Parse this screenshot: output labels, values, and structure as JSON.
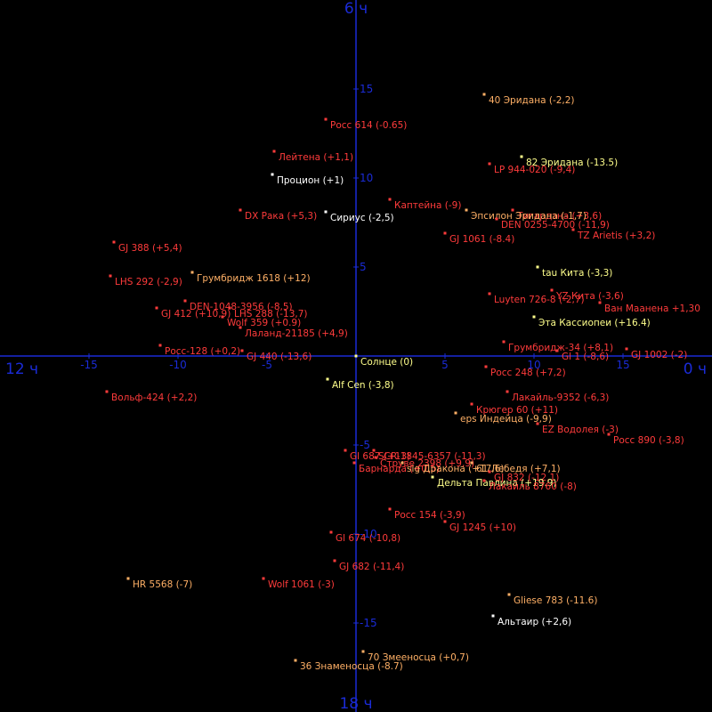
{
  "chart_data": {
    "type": "scatter",
    "title": "",
    "xlabel": "",
    "ylabel": "",
    "xlim": [
      -20,
      20
    ],
    "ylim": [
      -20,
      20
    ],
    "grid": false,
    "axis_color": "#1a2bd6",
    "hour_labels": {
      "top": "6 ч",
      "bottom": "18 ч",
      "left": "12 ч",
      "right": "0 ч"
    },
    "x_ticks": [
      "-15",
      "-10",
      "-5",
      "5",
      "10",
      "15"
    ],
    "y_ticks": [
      "15",
      "10",
      "5",
      "-5",
      "-10",
      "-15"
    ],
    "colors": {
      "white": "#ffffff",
      "yellow": "#ffff8c",
      "orange": "#ffb066",
      "red": "#ff3b3b"
    },
    "stars": [
      {
        "label": "40 Эридана (-2,2)",
        "x": 7.2,
        "y": 14.7,
        "color": "orange"
      },
      {
        "label": "Росс 614 (-0.65)",
        "x": -1.7,
        "y": 13.3,
        "color": "red"
      },
      {
        "label": "82 Эридана (-13.5)",
        "x": 9.3,
        "y": 11.2,
        "color": "yellow"
      },
      {
        "label": "Лейтена (+1,1)",
        "x": -4.6,
        "y": 11.5,
        "color": "red"
      },
      {
        "label": "LP 944-020 (-9,4)",
        "x": 7.5,
        "y": 10.8,
        "color": "red"
      },
      {
        "label": "Процион (+1)",
        "x": -4.7,
        "y": 10.2,
        "color": "white"
      },
      {
        "label": "Каптейна (-9)",
        "x": 1.9,
        "y": 8.8,
        "color": "red"
      },
      {
        "label": "Тигардэна (+3,6)",
        "x": 8.8,
        "y": 8.2,
        "color": "red"
      },
      {
        "label": "DX Рака (+5,3)",
        "x": -6.5,
        "y": 8.2,
        "color": "red"
      },
      {
        "label": "Эпсилон Эридана (-1,7)",
        "x": 6.2,
        "y": 8.2,
        "color": "orange"
      },
      {
        "label": "Сириус (-2,5)",
        "x": -1.7,
        "y": 8.1,
        "color": "white"
      },
      {
        "label": "DEN 0255-4700 (-11,9)",
        "x": 7.9,
        "y": 7.7,
        "color": "red"
      },
      {
        "label": "GJ 1061 (-8.4)",
        "x": 5.0,
        "y": 6.9,
        "color": "red"
      },
      {
        "label": "TZ Arietis (+3,2)",
        "x": 12.2,
        "y": 7.1,
        "color": "red"
      },
      {
        "label": "GJ 388 (+5,4)",
        "x": -13.6,
        "y": 6.4,
        "color": "red"
      },
      {
        "label": "tau Кита (-3,3)",
        "x": 10.2,
        "y": 5.0,
        "color": "yellow"
      },
      {
        "label": "Грумбридж 1618 (+12)",
        "x": -9.2,
        "y": 4.7,
        "color": "orange"
      },
      {
        "label": "LHS 292 (-2,9)",
        "x": -13.8,
        "y": 4.5,
        "color": "red"
      },
      {
        "label": "YZ Кита (-3,6)",
        "x": 11.0,
        "y": 3.7,
        "color": "red"
      },
      {
        "label": "Luyten 726-8 (-2,7)",
        "x": 7.5,
        "y": 3.5,
        "color": "red"
      },
      {
        "label": "DEN-1048-3956 (-8,5)",
        "x": -9.6,
        "y": 3.1,
        "color": "red"
      },
      {
        "label": "Ван Маанена +1,30",
        "x": 13.7,
        "y": 3.0,
        "color": "red"
      },
      {
        "label": "LHS 288 (-13,7)",
        "x": -7.1,
        "y": 2.7,
        "color": "red"
      },
      {
        "label": "GJ 412 (+10,9)",
        "x": -11.2,
        "y": 2.7,
        "color": "red"
      },
      {
        "label": "Wolf 359 (+0.9)",
        "x": -7.5,
        "y": 2.2,
        "color": "red"
      },
      {
        "label": "Эта Кассиопеи (+16.4)",
        "x": 10.0,
        "y": 2.2,
        "color": "yellow"
      },
      {
        "label": "Лаланд-21185 (+4,9)",
        "x": -6.5,
        "y": 1.6,
        "color": "red"
      },
      {
        "label": "Росс-128 (+0,2)",
        "x": -11.0,
        "y": 0.6,
        "color": "red"
      },
      {
        "label": "Грумбридж-34 (+8,1)",
        "x": 8.3,
        "y": 0.8,
        "color": "red"
      },
      {
        "label": "GJ 440 (-13,6)",
        "x": -6.4,
        "y": 0.3,
        "color": "red"
      },
      {
        "label": "GJ 1002 (-2)",
        "x": 15.2,
        "y": 0.4,
        "color": "red"
      },
      {
        "label": "Gl 1 (-8,6)",
        "x": 11.3,
        "y": 0.3,
        "color": "red"
      },
      {
        "label": "Солнце (0)",
        "x": 0.0,
        "y": 0.0,
        "color": "yellow"
      },
      {
        "label": "Росс 248 (+7,2)",
        "x": 7.3,
        "y": -0.6,
        "color": "red"
      },
      {
        "label": "Alf Cen (-3,8)",
        "x": -1.6,
        "y": -1.3,
        "color": "yellow"
      },
      {
        "label": "Лакайль-9352 (-6,3)",
        "x": 8.5,
        "y": -2.0,
        "color": "red"
      },
      {
        "label": "Вольф-424 (+2,2)",
        "x": -14.0,
        "y": -2.0,
        "color": "red"
      },
      {
        "label": "Крюгер 60 (+11)",
        "x": 6.5,
        "y": -2.7,
        "color": "red"
      },
      {
        "label": "eps Индейца (-9,9)",
        "x": 5.6,
        "y": -3.2,
        "color": "orange"
      },
      {
        "label": "EZ Водолея (-3)",
        "x": 10.2,
        "y": -3.8,
        "color": "red"
      },
      {
        "label": "Росс 890 (-3,8)",
        "x": 14.2,
        "y": -4.4,
        "color": "red"
      },
      {
        "label": "Gl 687 (+13)",
        "x": -0.6,
        "y": -5.3,
        "color": "red"
      },
      {
        "label": "SCR-1845-6357 (-11,3)",
        "x": 1.0,
        "y": -5.3,
        "color": "red"
      },
      {
        "label": "Струве 2398 (+9,9)",
        "x": 1.1,
        "y": -5.7,
        "color": "red"
      },
      {
        "label": "Барнарда (+0,5)",
        "x": -0.1,
        "y": -6.0,
        "color": "red"
      },
      {
        "label": "61 Лебедя (+7,1)",
        "x": 6.5,
        "y": -6.0,
        "color": "orange"
      },
      {
        "label": "sig Дракона (+17,6)",
        "x": 2.6,
        "y": -6.0,
        "color": "orange"
      },
      {
        "label": "GJ 832 (-12,1)",
        "x": 7.5,
        "y": -6.5,
        "color": "red"
      },
      {
        "label": "Дельта Павлина (+19.9)",
        "x": 4.3,
        "y": -6.8,
        "color": "yellow"
      },
      {
        "label": "Лакайль 8760 (-8)",
        "x": 7.2,
        "y": -7.0,
        "color": "red"
      },
      {
        "label": "Росс 154 (-3,9)",
        "x": 1.9,
        "y": -8.6,
        "color": "red"
      },
      {
        "label": "GJ 1245 (+10)",
        "x": 5.0,
        "y": -9.3,
        "color": "red"
      },
      {
        "label": "Gl 674 (-10,8)",
        "x": -1.4,
        "y": -9.9,
        "color": "red"
      },
      {
        "label": "GJ 682 (-11,4)",
        "x": -1.2,
        "y": -11.5,
        "color": "red"
      },
      {
        "label": "HR 5568 (-7)",
        "x": -12.8,
        "y": -12.5,
        "color": "orange"
      },
      {
        "label": "Wolf 1061 (-3)",
        "x": -5.2,
        "y": -12.5,
        "color": "red"
      },
      {
        "label": "Gliese 783 (-11.6)",
        "x": 8.6,
        "y": -13.4,
        "color": "orange"
      },
      {
        "label": "Альтаир (+2,6)",
        "x": 7.7,
        "y": -14.6,
        "color": "white"
      },
      {
        "label": "70 Змееносца (+0,7)",
        "x": 0.4,
        "y": -16.6,
        "color": "orange"
      },
      {
        "label": "36 Знаменосца (-8.7)",
        "x": -3.4,
        "y": -17.1,
        "color": "orange"
      }
    ]
  }
}
